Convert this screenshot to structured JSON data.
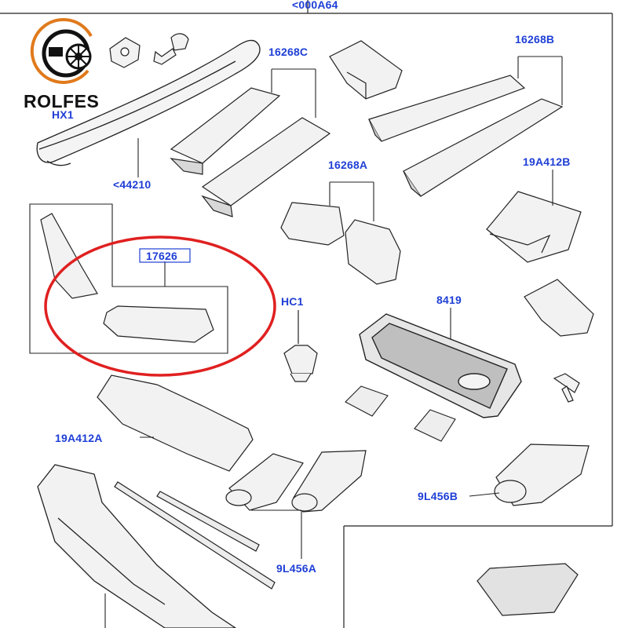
{
  "brand": {
    "name": "ROLFES",
    "colors": {
      "ring": "#e07a1c",
      "dark": "#111111"
    }
  },
  "colors": {
    "label": "#1f3fd6",
    "line": "#222222",
    "highlight": "#e02020",
    "part_fill": "#f2f2f2",
    "part_shade": "#cfcfcf"
  },
  "labels": {
    "top": "<000A64",
    "hx1": "HX1",
    "l44210": "<44210",
    "l16268c": "16268C",
    "l16268b": "16268B",
    "l16268a": "16268A",
    "l19a412b": "19A412B",
    "l17626": "17626",
    "hc1": "HC1",
    "l8419": "8419",
    "l19a412a": "19A412A",
    "l9l456b": "9L456B",
    "l9l456a": "9L456A"
  }
}
